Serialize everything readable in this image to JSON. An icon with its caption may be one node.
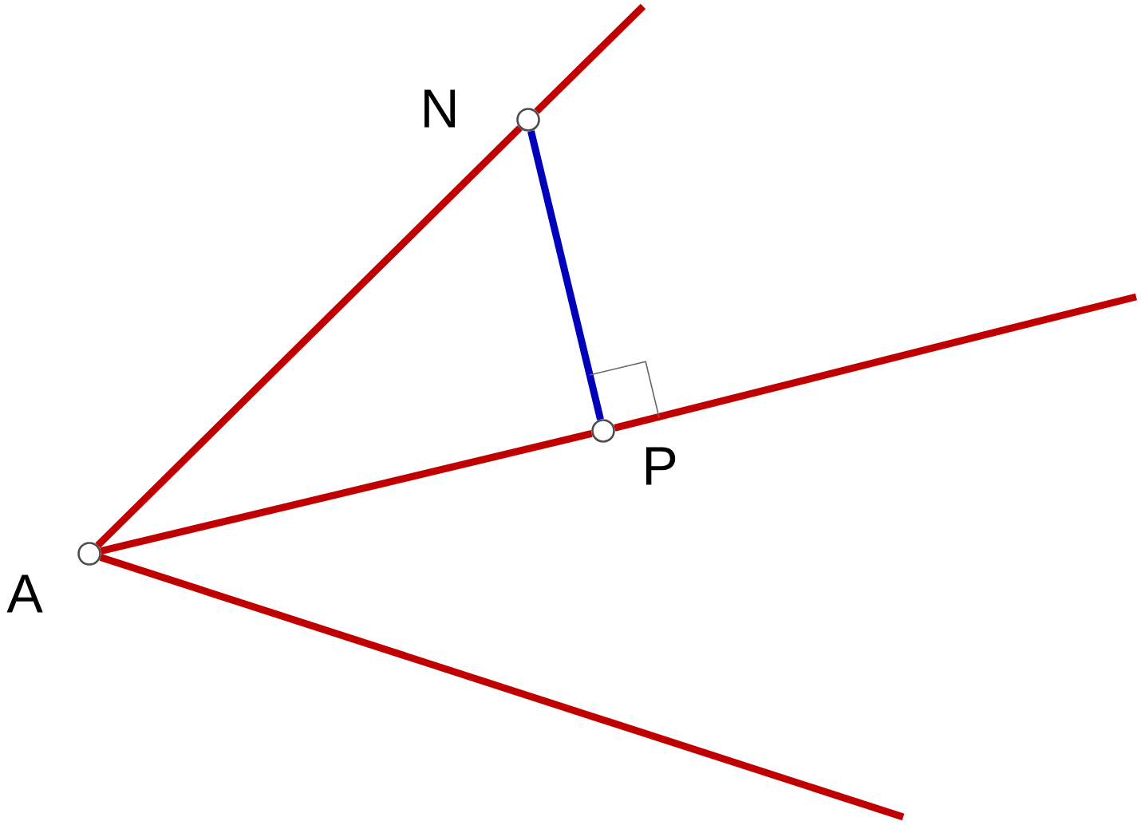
{
  "diagram": {
    "nodes": [
      {
        "text": [],
        "shape": "circle",
        "beside": [
          "A"
        ]
      },
      {
        "text": [],
        "shape": "circle",
        "beside": [
          "N"
        ]
      },
      {
        "text": [],
        "shape": "circle",
        "beside": [
          "P"
        ]
      }
    ],
    "edges": [
      {
        "from": 0,
        "to": 1,
        "arrow": "none"
      },
      {
        "from": 1,
        "to": null,
        "arrow": "none"
      },
      {
        "from": 0,
        "to": 2,
        "arrow": "none"
      },
      {
        "from": 2,
        "to": null,
        "arrow": "none"
      },
      {
        "from": 0,
        "to": null,
        "arrow": "none"
      },
      {
        "from": 1,
        "to": 2,
        "arrow": "none",
        "color": "#0000bb"
      }
    ]
  }
}
